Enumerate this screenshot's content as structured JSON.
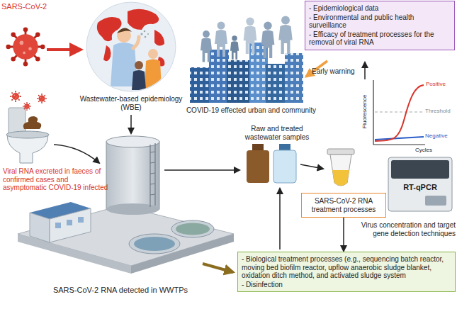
{
  "diagram": {
    "nodes": [
      {
        "text": [
          "Wastewater-based epidemiology (WBE)"
        ]
      },
      {
        "text": [
          "- Epidemiological data",
          "- Environmental and public health surveillance",
          "- Efficacy of treatment processes for the removal of viral RNA"
        ]
      },
      {
        "text": [
          "SARS-CoV-2 RNA treatment processes"
        ]
      },
      {
        "text": [
          "- Biological treatment processes (e.g., sequencing batch reactor, moving bed biofilm reactor, upflow anaerobic sludge blanket, oxidation ditch method, and activated sludge system",
          "- Disinfection"
        ]
      }
    ],
    "edges": [
      {
        "from": 2,
        "to": 3,
        "arrow": "to"
      }
    ],
    "labels": [
      "SARS-CoV-2",
      "COVID-19 effected urban and community",
      "Early warning",
      "Fluorescence",
      "Positive",
      "Threshold",
      "Negative",
      "Cycles",
      "RT-qPCR",
      "Raw and treated wastewater samples",
      "Virus concentration and target gene detection techniques",
      "Viral RNA excreted in faeces of confirmed cases and asymptomatic COVID-19 infected",
      "SARS-CoV-2 RNA detected in WWTPs"
    ]
  }
}
